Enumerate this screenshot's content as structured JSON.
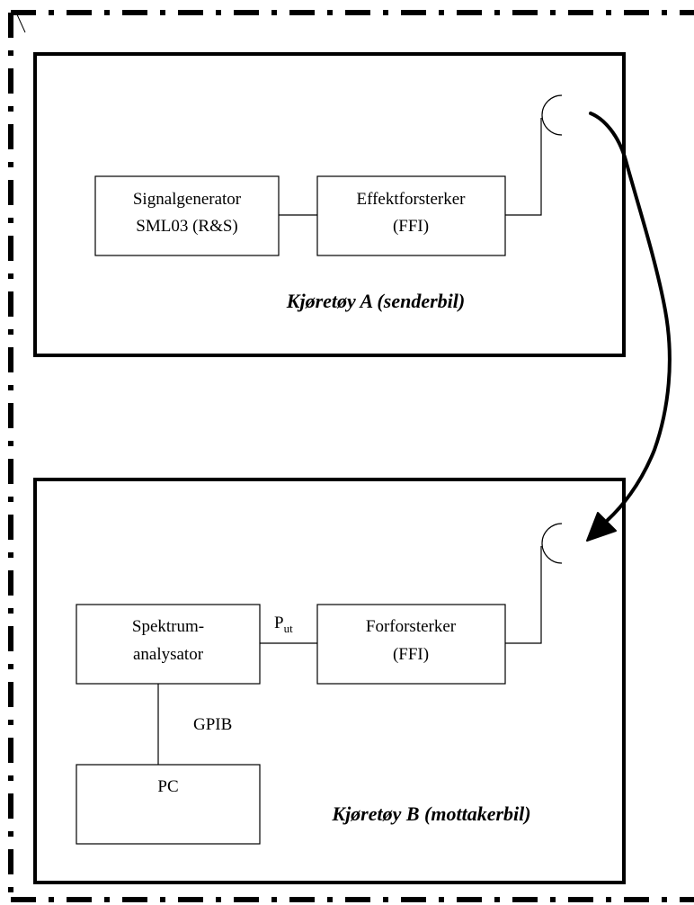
{
  "vehicle_a": {
    "label": "Kjøretøy A (senderbil)",
    "signal_generator": {
      "line1": "Signalgenerator",
      "line2": "SML03 (R&S)"
    },
    "power_amplifier": {
      "line1": "Effektforsterker",
      "line2": "(FFI)"
    }
  },
  "vehicle_b": {
    "label": "Kjøretøy B (mottakerbil)",
    "spectrum_analyzer": {
      "line1": "Spektrum-",
      "line2": "analysator"
    },
    "preamplifier": {
      "line1": "Forforsterker",
      "line2": "(FFI)"
    },
    "pc": {
      "label": "PC"
    },
    "output_signal": {
      "main": "P",
      "sub": "ut"
    },
    "bus_label": "GPIB"
  }
}
